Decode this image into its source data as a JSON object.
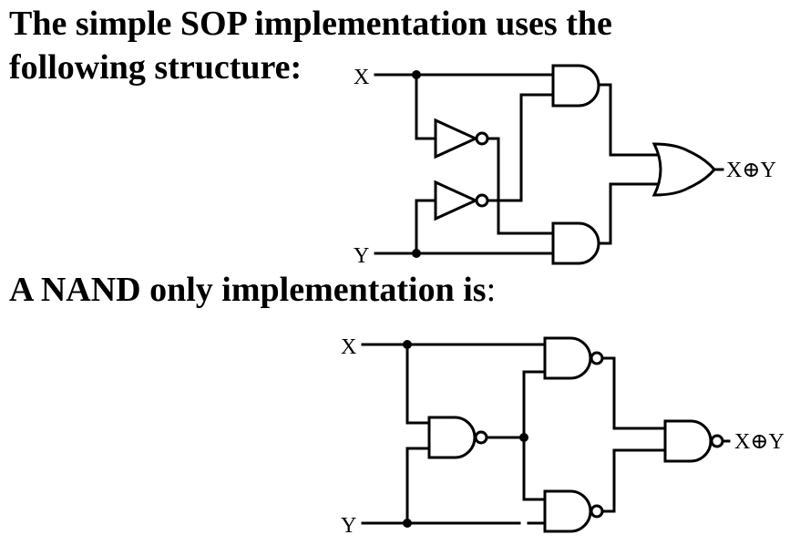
{
  "headings": {
    "sop_line1": "The simple SOP implementation uses the",
    "sop_line2": "following structure:",
    "nand_main": "A NAND only implementation is",
    "nand_colon": ":"
  },
  "diagram_sop": {
    "input_x": "X",
    "input_y": "Y",
    "output": "X⊕Y"
  },
  "diagram_nand": {
    "input_x": "X",
    "input_y": "Y",
    "output": "X⊕Y"
  }
}
